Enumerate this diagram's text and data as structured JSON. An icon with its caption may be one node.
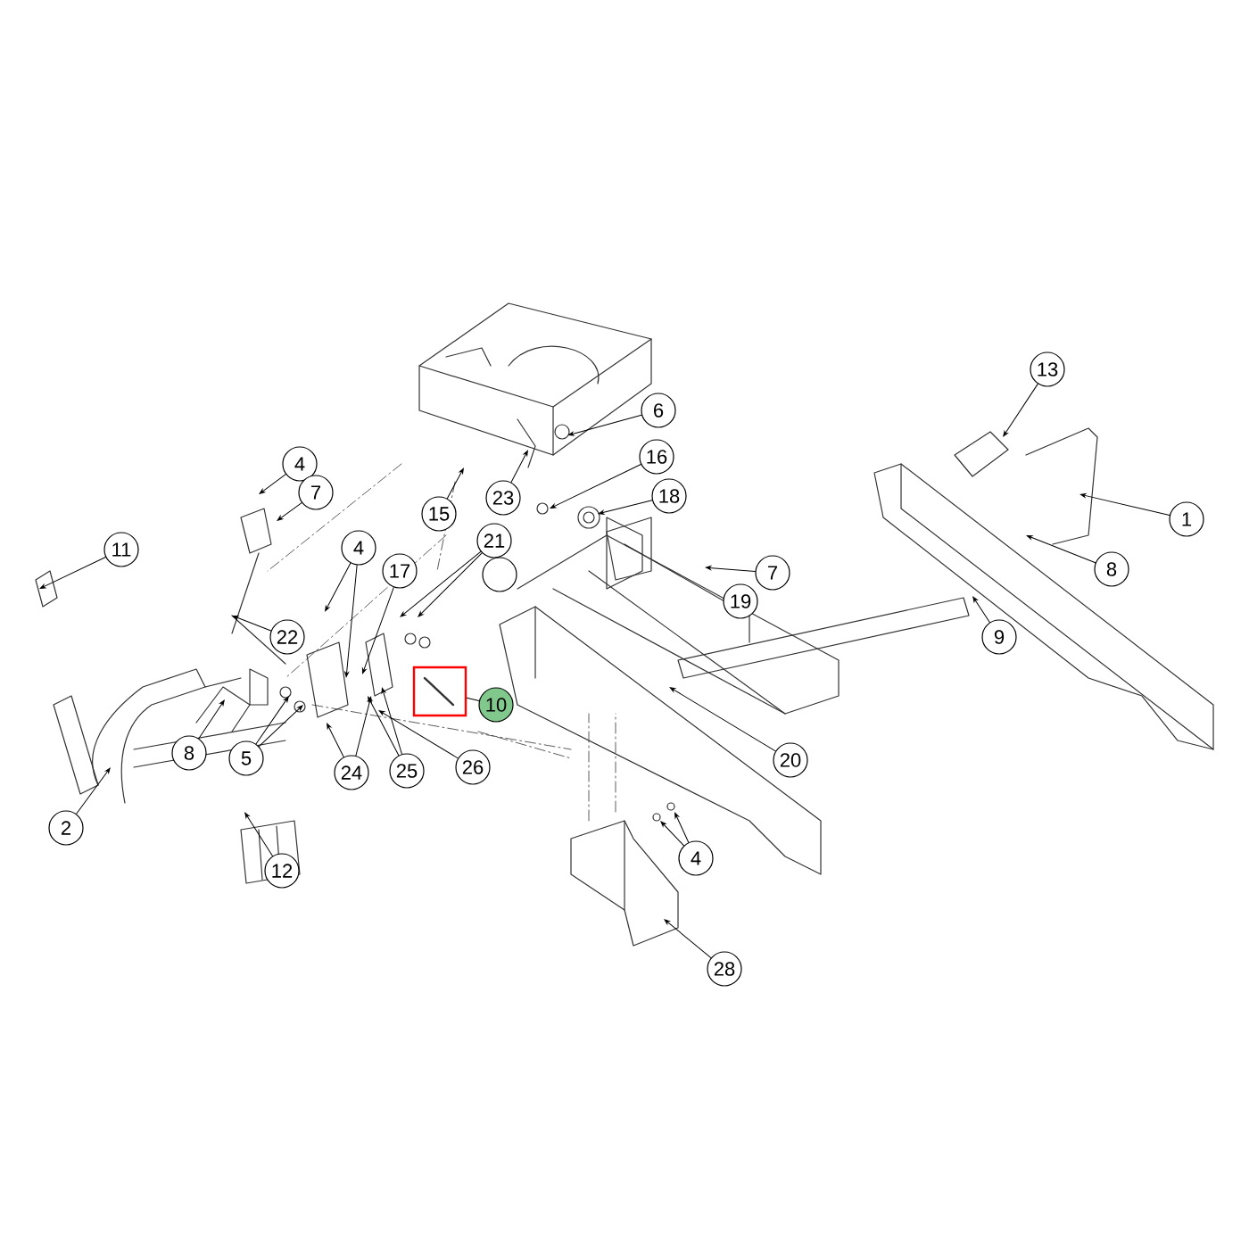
{
  "diagram": {
    "nodes": [
      {
        "text": [
          "13"
        ]
      },
      {
        "text": [
          "6"
        ]
      },
      {
        "text": [
          "16"
        ]
      },
      {
        "text": [
          "4"
        ]
      },
      {
        "text": [
          "7"
        ]
      },
      {
        "text": [
          "18"
        ]
      },
      {
        "text": [
          "23"
        ]
      },
      {
        "text": [
          "15"
        ]
      },
      {
        "text": [
          "1"
        ]
      },
      {
        "text": [
          "21"
        ]
      },
      {
        "text": [
          "4"
        ]
      },
      {
        "text": [
          "11"
        ]
      },
      {
        "text": [
          "8"
        ]
      },
      {
        "text": [
          "17"
        ]
      },
      {
        "text": [
          "7"
        ]
      },
      {
        "text": [],
        "shape": "circle"
      },
      {
        "text": [
          "19"
        ]
      },
      {
        "text": [
          "22"
        ]
      },
      {
        "text": [
          "9"
        ]
      },
      {
        "text": [
          "10"
        ]
      },
      {
        "text": [
          "8"
        ]
      },
      {
        "text": [
          "5"
        ]
      },
      {
        "text": [
          "20"
        ]
      },
      {
        "text": [
          "26"
        ]
      },
      {
        "text": [
          "25"
        ]
      },
      {
        "text": [
          "24"
        ]
      },
      {
        "text": [
          "2"
        ]
      },
      {
        "text": [
          "4"
        ]
      },
      {
        "text": [
          "12"
        ]
      },
      {
        "text": [
          "28"
        ]
      },
      {
        "text": [],
        "shape": "box"
      }
    ],
    "edges": [
      {
        "from": 0,
        "to": null,
        "arrow": "to"
      },
      {
        "from": 1,
        "to": null,
        "arrow": "to"
      },
      {
        "from": 2,
        "to": null,
        "arrow": "to"
      },
      {
        "from": 3,
        "to": null,
        "arrow": "to"
      },
      {
        "from": 4,
        "to": null,
        "arrow": "to"
      },
      {
        "from": 5,
        "to": null,
        "arrow": "to"
      },
      {
        "from": 6,
        "to": null,
        "arrow": "to"
      },
      {
        "from": 7,
        "to": null,
        "arrow": "to"
      },
      {
        "from": 8,
        "to": null,
        "arrow": "to"
      },
      {
        "from": 9,
        "to": null,
        "arrow": "to"
      },
      {
        "from": 9,
        "to": null,
        "arrow": "to"
      },
      {
        "from": 10,
        "to": null,
        "arrow": "to"
      },
      {
        "from": 10,
        "to": null,
        "arrow": "to"
      },
      {
        "from": 11,
        "to": null,
        "arrow": "to"
      },
      {
        "from": 12,
        "to": null,
        "arrow": "to"
      },
      {
        "from": 13,
        "to": null,
        "arrow": "to"
      },
      {
        "from": 14,
        "to": null,
        "arrow": "to"
      },
      {
        "from": 17,
        "to": null,
        "arrow": "to"
      },
      {
        "from": 18,
        "to": null,
        "arrow": "to"
      },
      {
        "from": 19,
        "to": 30,
        "arrow": "none"
      },
      {
        "from": 20,
        "to": null,
        "arrow": "to"
      },
      {
        "from": 21,
        "to": null,
        "arrow": "to"
      },
      {
        "from": 21,
        "to": null,
        "arrow": "to"
      },
      {
        "from": 22,
        "to": null,
        "arrow": "to"
      },
      {
        "from": 23,
        "to": null,
        "arrow": "to"
      },
      {
        "from": 24,
        "to": null,
        "arrow": "to"
      },
      {
        "from": 24,
        "to": null,
        "arrow": "to"
      },
      {
        "from": 25,
        "to": null,
        "arrow": "to"
      },
      {
        "from": 25,
        "to": null,
        "arrow": "to"
      },
      {
        "from": 26,
        "to": null,
        "arrow": "to"
      },
      {
        "from": 27,
        "to": null,
        "arrow": "to"
      },
      {
        "from": 27,
        "to": null,
        "arrow": "to"
      },
      {
        "from": 28,
        "to": null,
        "arrow": "to"
      },
      {
        "from": 29,
        "to": null,
        "arrow": "to"
      }
    ]
  }
}
